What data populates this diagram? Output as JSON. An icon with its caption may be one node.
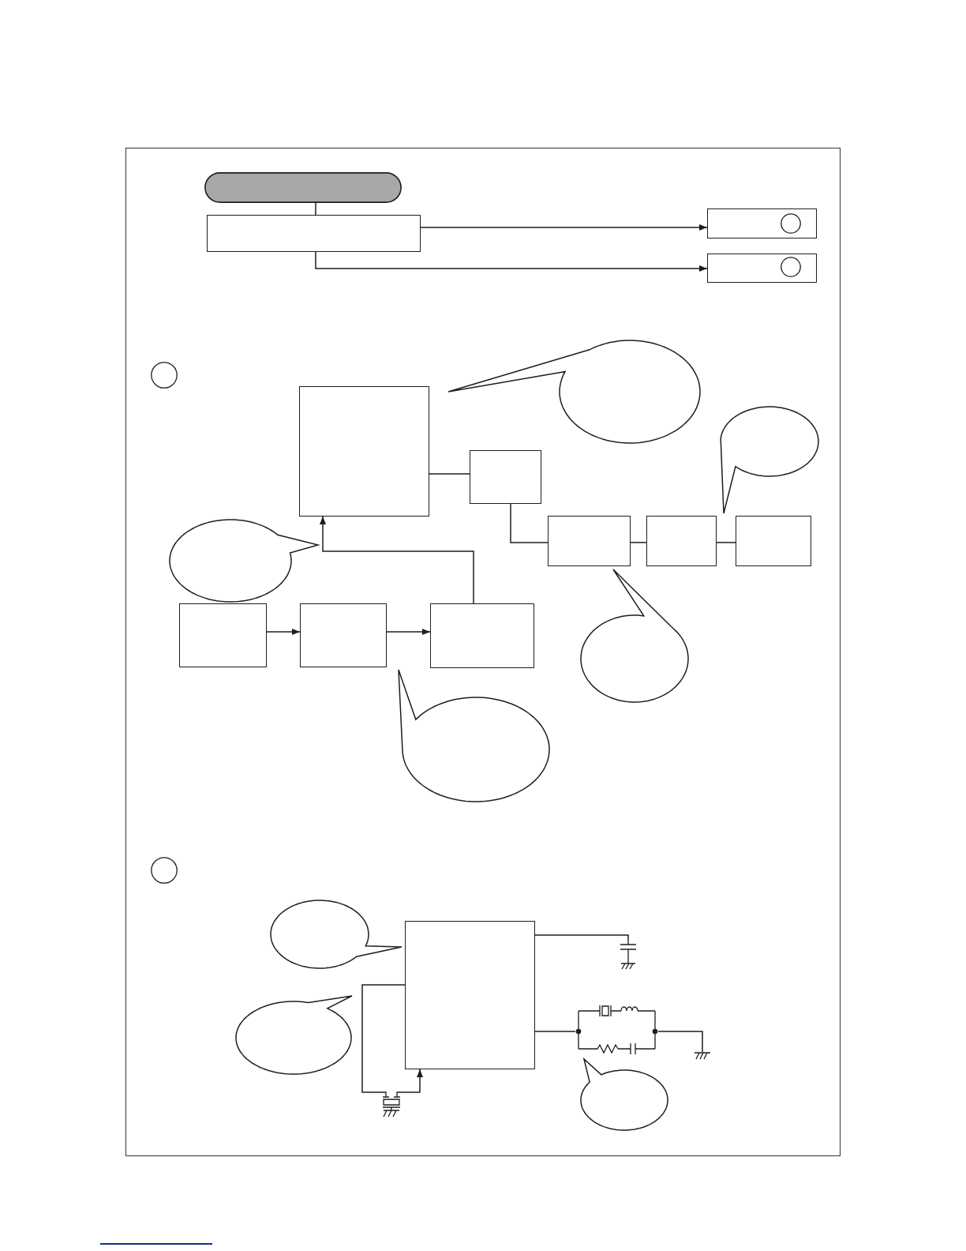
{
  "diagram": {
    "nodes": [
      {
        "text": [],
        "shape": "pill"
      },
      {
        "text": [],
        "shape": "box"
      },
      {
        "text": [],
        "shape": "box"
      },
      {
        "text": [],
        "shape": "circle",
        "in": 2
      },
      {
        "text": [],
        "shape": "box"
      },
      {
        "text": [],
        "shape": "circle",
        "in": 4
      },
      {
        "text": [],
        "shape": "circle"
      },
      {
        "text": [],
        "shape": "box"
      },
      {
        "text": [],
        "shape": "callout"
      },
      {
        "text": [],
        "shape": "box"
      },
      {
        "text": [],
        "shape": "callout"
      },
      {
        "text": [],
        "shape": "callout"
      },
      {
        "text": [],
        "shape": "box"
      },
      {
        "text": [],
        "shape": "box"
      },
      {
        "text": [],
        "shape": "box"
      },
      {
        "text": [],
        "shape": "box"
      },
      {
        "text": [],
        "shape": "box"
      },
      {
        "text": [],
        "shape": "box"
      },
      {
        "text": [],
        "shape": "callout"
      },
      {
        "text": [],
        "shape": "callout"
      },
      {
        "text": [],
        "shape": "circle"
      },
      {
        "text": [],
        "shape": "callout"
      },
      {
        "text": [],
        "shape": "box"
      },
      {
        "text": [],
        "shape": "callout"
      },
      {
        "text": [],
        "shape": "callout"
      },
      {
        "text": [],
        "shape": "picture"
      },
      {
        "text": [],
        "shape": "picture"
      },
      {
        "text": [],
        "shape": "picture"
      },
      {
        "text": [],
        "shape": "picture"
      }
    ],
    "edges": [
      {
        "from": 0,
        "to": 1,
        "arrow": "none"
      },
      {
        "from": 1,
        "to": 2,
        "arrow": "to"
      },
      {
        "from": 1,
        "to": 4,
        "arrow": "to"
      },
      {
        "from": 7,
        "to": 9,
        "arrow": "none"
      },
      {
        "from": 9,
        "to": 12,
        "arrow": "none"
      },
      {
        "from": 12,
        "to": 13,
        "arrow": "none"
      },
      {
        "from": 13,
        "to": 14,
        "arrow": "none"
      },
      {
        "from": 15,
        "to": 16,
        "arrow": "to"
      },
      {
        "from": 16,
        "to": 17,
        "arrow": "to"
      },
      {
        "from": 17,
        "to": 7,
        "arrow": "to"
      },
      {
        "from": 22,
        "to": 25,
        "arrow": "none"
      },
      {
        "from": 22,
        "to": 26,
        "arrow": "none"
      },
      {
        "from": 26,
        "to": 27,
        "arrow": "none"
      },
      {
        "from": 22,
        "to": 28,
        "arrow": "none"
      },
      {
        "from": 28,
        "to": 22,
        "arrow": "to"
      }
    ]
  }
}
